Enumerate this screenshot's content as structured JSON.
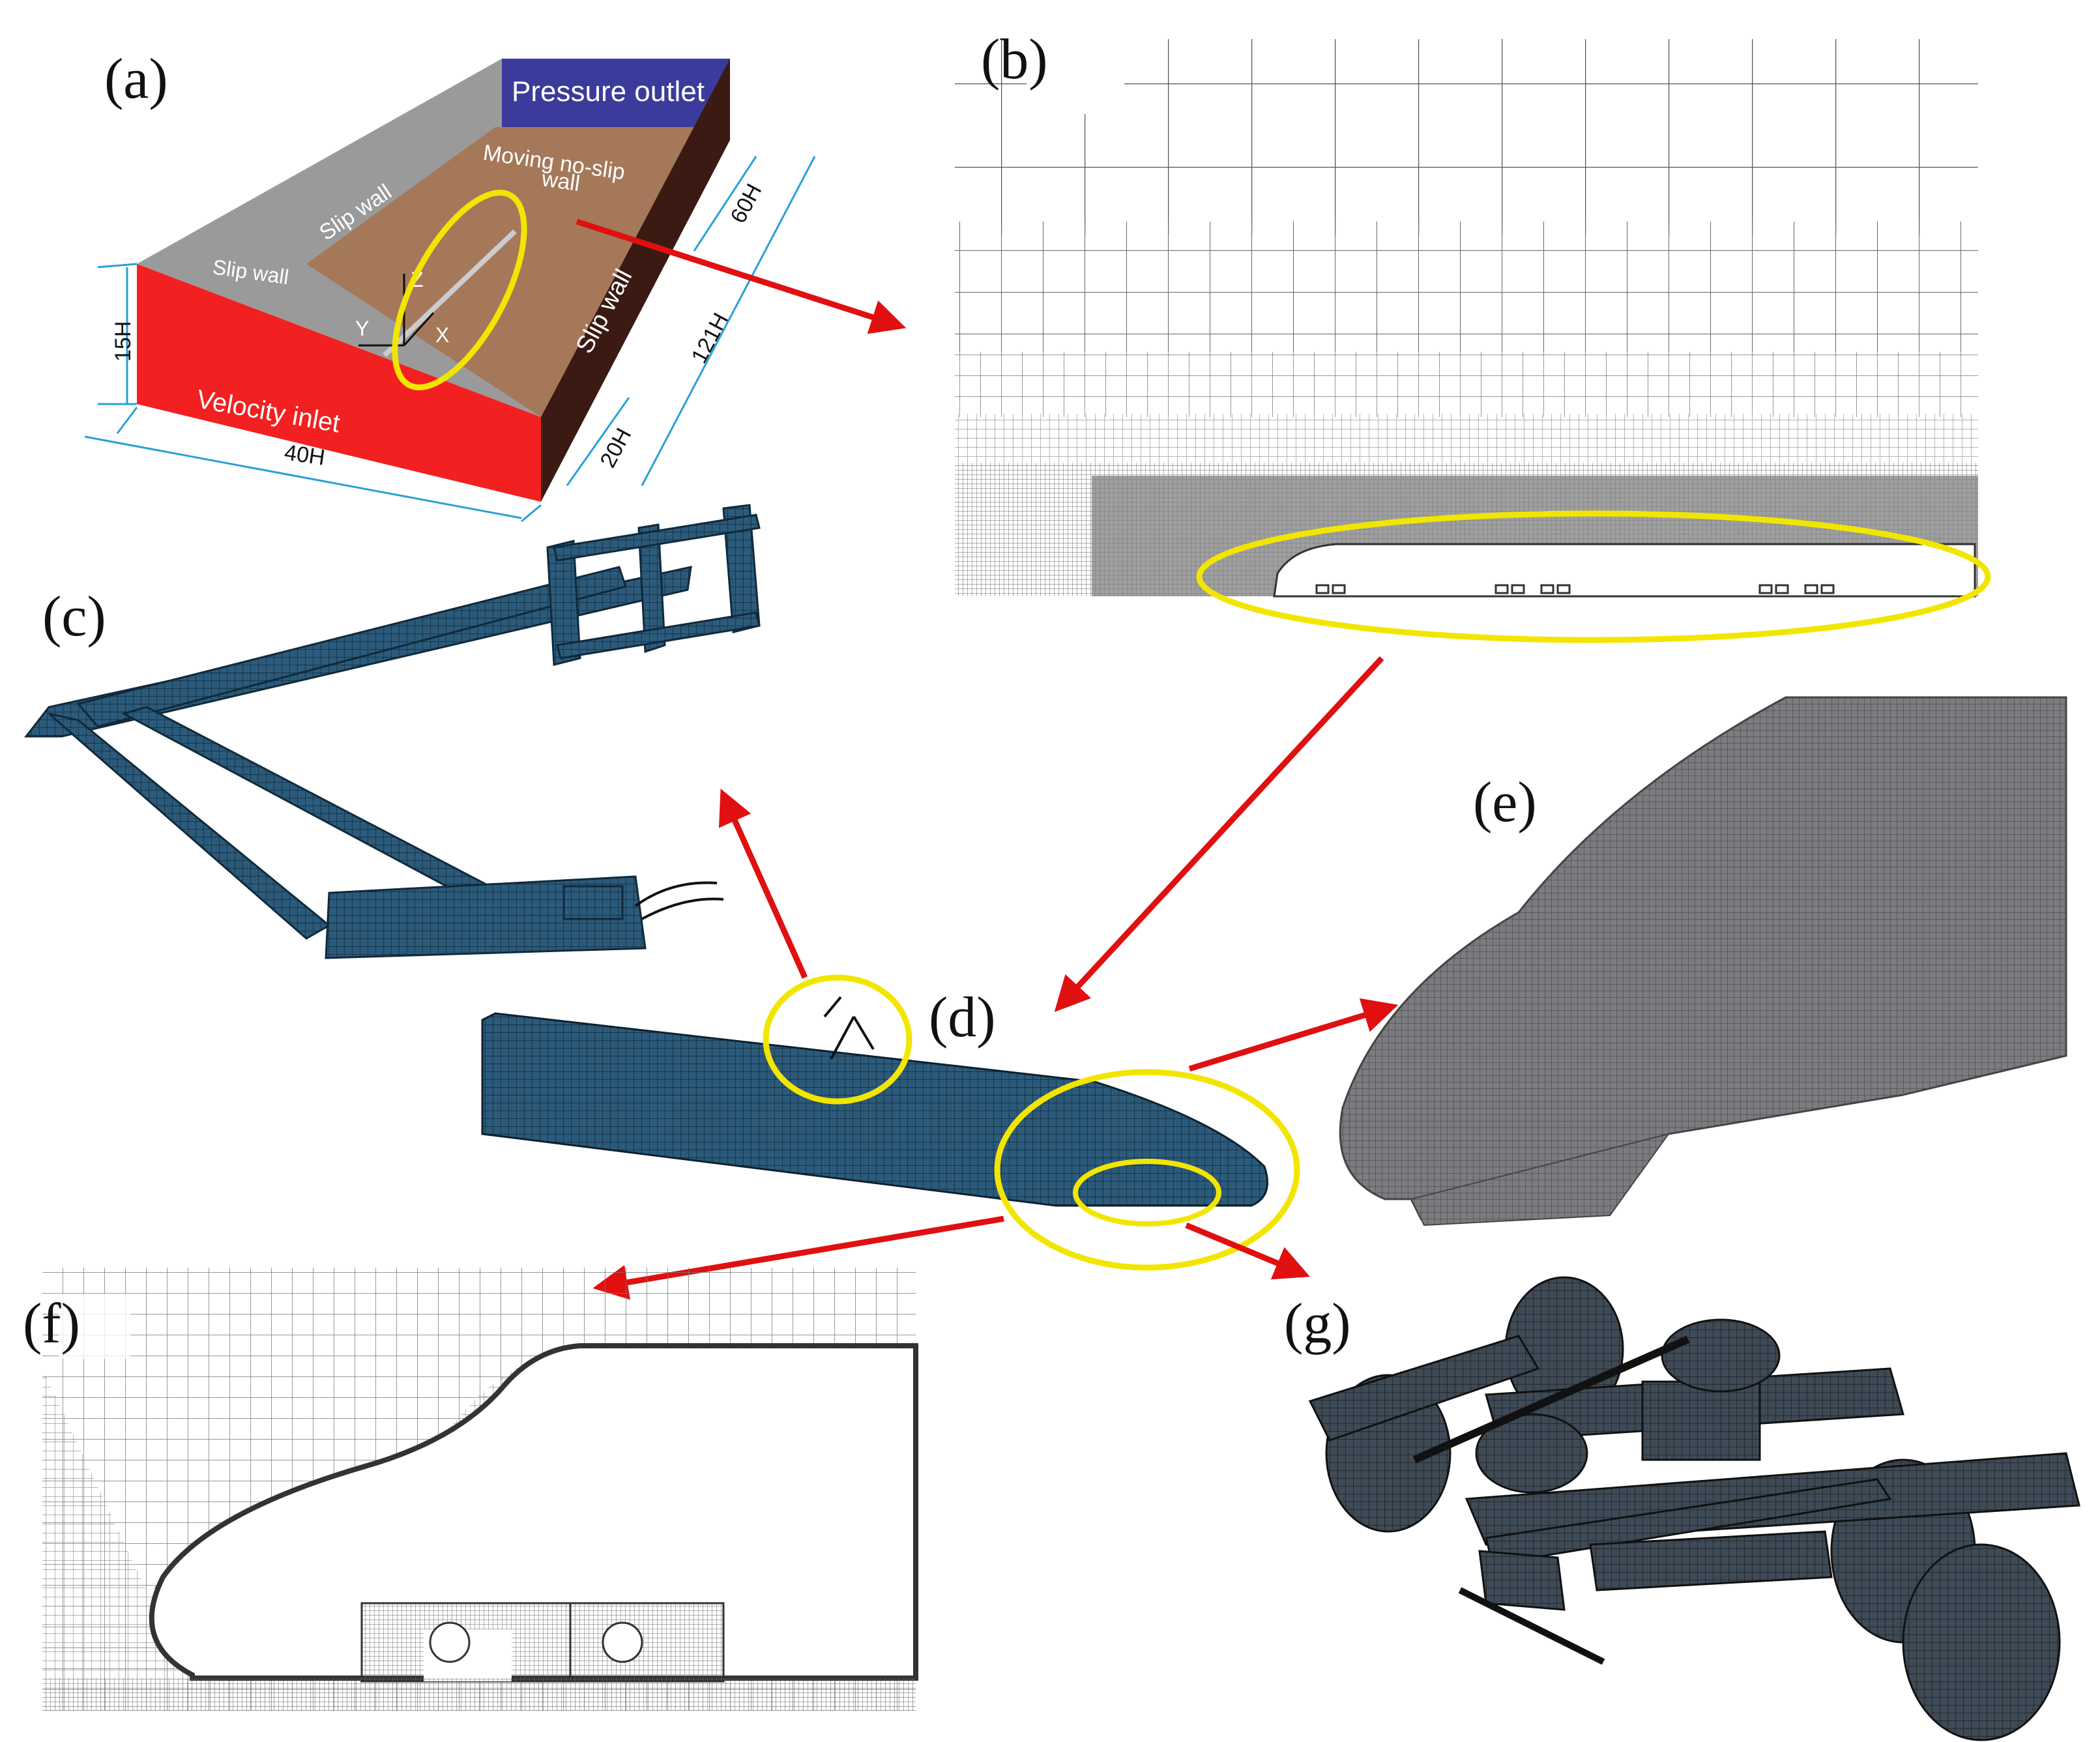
{
  "panels": {
    "a": "(a)",
    "b": "(b)",
    "c": "(c)",
    "d": "(d)",
    "e": "(e)",
    "f": "(f)",
    "g": "(g)"
  },
  "domain_box": {
    "pressure_outlet": "Pressure outlet",
    "moving_wall_line1": "Moving no-slip",
    "moving_wall_line2": "wall",
    "slip_wall_top": "Slip wall",
    "slip_wall_left": "Slip wall",
    "slip_wall_right": "Slip wall",
    "velocity_inlet": "Velocity inlet",
    "axis_x": "X",
    "axis_y": "Y",
    "axis_z": "Z",
    "dim_height": "15H",
    "dim_width": "40H",
    "dim_upstream": "20H",
    "dim_length": "121H",
    "dim_downstream": "60H"
  },
  "colors": {
    "inlet_face": "#f21f1f",
    "outlet_face": "#3a3aa0",
    "top_face": "#9a9a9a",
    "ground_face": "#a07050",
    "side_face": "#3a1c14",
    "highlight_ellipse": "#f2e600",
    "arrow": "#e01010",
    "mesh_blue": "#25506e",
    "mesh_dark": "#333a40",
    "dimension_line": "#2aa0d8"
  },
  "icons": [
    "coordinate-axes-icon"
  ]
}
